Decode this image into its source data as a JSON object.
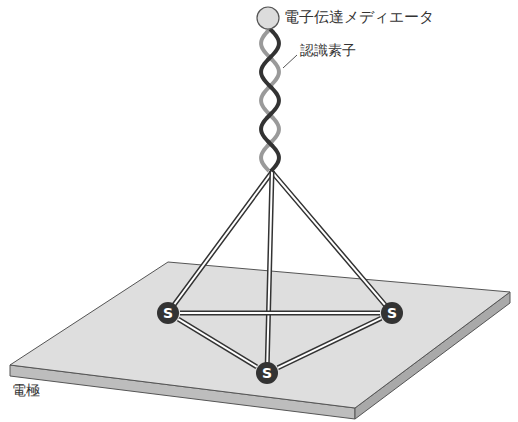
{
  "diagram": {
    "nodes": [
      {
        "text": [
          "S"
        ]
      },
      {
        "text": [
          "S"
        ]
      },
      {
        "text": [
          "S"
        ]
      }
    ],
    "edges": [
      {
        "from": 0,
        "to": 1,
        "arrow": "none"
      },
      {
        "from": 0,
        "to": 2,
        "arrow": "none"
      },
      {
        "from": 1,
        "to": 2,
        "arrow": "none"
      }
    ],
    "labels": [
      "電子伝達メディエータ",
      "認識素子",
      "電極"
    ]
  }
}
